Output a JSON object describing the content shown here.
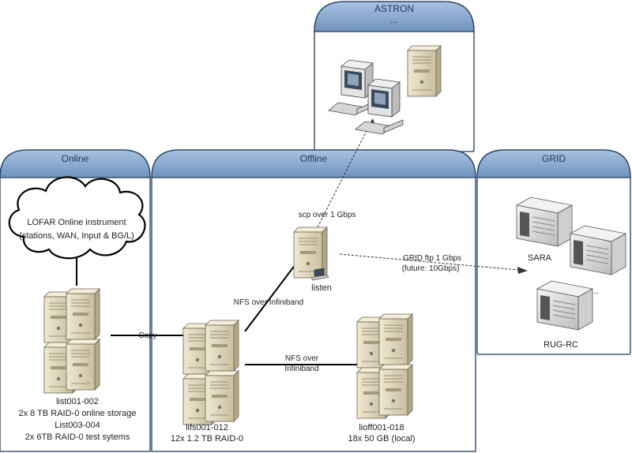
{
  "panels": {
    "astron": {
      "title": "ASTRON",
      "subtitle": "..."
    },
    "online": {
      "title": "Online"
    },
    "offline": {
      "title": "Offline"
    },
    "grid": {
      "title": "GRID"
    }
  },
  "cloud": {
    "line1": "LOFAR Online instrument",
    "line2": "(stations, WAN, Input & BG/L)"
  },
  "nodes": {
    "list": {
      "lines": [
        "list001-002",
        "2x 8 TB RAID-0 online storage",
        "List003-004",
        "2x 6TB RAID-0 test sytems"
      ]
    },
    "lifs": {
      "lines": [
        "lifs001-012",
        "12x 1.2 TB RAID-0"
      ]
    },
    "lioff": {
      "lines": [
        "lioff001-018",
        "18x 50 GB (local)"
      ]
    },
    "listen": {
      "label": "listen"
    },
    "sara": {
      "label": "SARA"
    },
    "rugrc": {
      "label": "RUG-RC"
    },
    "grid_dots": {
      "label": "..."
    }
  },
  "links": {
    "copy": "Copy",
    "nfs_infiniband": "NFS over Infiniband",
    "nfs_over": "NFS over",
    "infiniband": "Infiniband",
    "scp": "scp over 1 Gbps",
    "grid_ftp": "GRID ftp 1 Gbps",
    "grid_ftp_future": "(future: 10Gbps)"
  },
  "colors": {
    "panel_header": "#7fa1c8",
    "panel_border": "#1f3a5a",
    "server_body": "#ddd5bd",
    "server_side": "#b7ad8f"
  }
}
